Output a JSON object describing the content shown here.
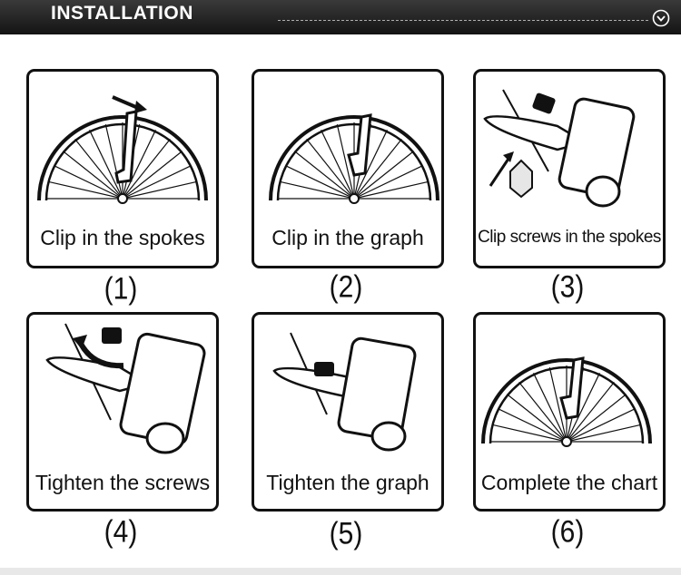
{
  "header": {
    "title": "INSTALLATION",
    "chevron_icon": "chevron-down-circle-icon"
  },
  "steps": [
    {
      "caption": "Clip in the spokes",
      "number": "(1)"
    },
    {
      "caption": "Clip in the graph",
      "number": "(2)"
    },
    {
      "caption": "Clip screws in the spokes",
      "number": "(3)"
    },
    {
      "caption": "Tighten the screws",
      "number": "(4)"
    },
    {
      "caption": "Tighten the graph",
      "number": "(5)"
    },
    {
      "caption": "Complete the chart",
      "number": "(6)"
    }
  ]
}
